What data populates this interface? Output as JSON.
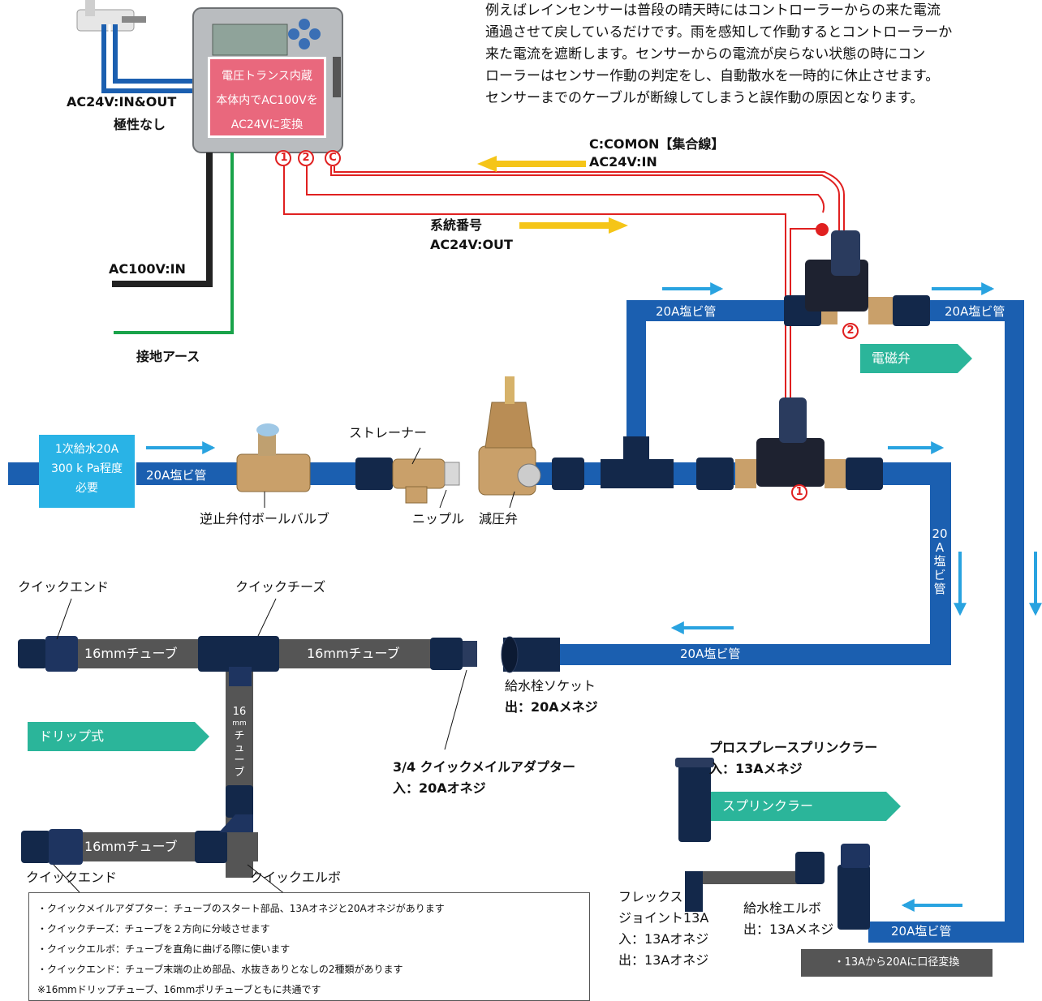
{
  "paragraph_lines": [
    "例えばレインセンサーは普段の晴天時にはコントローラーからの来た電流",
    "通過させて戻しているだけです。雨を感知して作動するとコントローラーか",
    "来た電流を遮断します。センサーからの電流が戻らない状態の時にコン",
    "ローラーはセンサー作動の判定をし、自動散水を一時的に休止させます。",
    "センサーまでのケーブルが断線してしまうと誤作動の原因となります。"
  ],
  "controller": {
    "box_lines": [
      "電圧トランス内蔵",
      "本体内でAC100Vを",
      "AC24Vに変換"
    ],
    "terminals": [
      "1",
      "2",
      "C"
    ]
  },
  "labels": {
    "ac24_line1": "AC24V:IN&OUT",
    "ac24_line2": "極性なし",
    "ac100": "AC100V:IN",
    "ground": "接地アース",
    "comon_line1": "C:COMON【集合線】",
    "comon_line2": "AC24V:IN",
    "system_line1": "系統番号",
    "system_line2": "AC24V:OUT",
    "strainer": "ストレーナー",
    "ball_valve": "逆止弁付ボールバルブ",
    "nipple": "ニップル",
    "pressure_valve": "減圧弁",
    "quick_end_top": "クイックエンド",
    "quick_tees": "クイックチーズ",
    "quick_end_bottom": "クイックエンド",
    "quick_elbow": "クイックエルボ",
    "hydrant_socket_1": "給水栓ソケット",
    "hydrant_socket_2": "出：20Aメネジ",
    "male_adapter_1": "3/4 クイックメイルアダプター",
    "male_adapter_2": "入：20Aオネジ",
    "prosplay_1": "プロスプレースプリンクラー",
    "prosplay_2": "入：13Aメネジ",
    "flex_1": "フレックス",
    "flex_2": "ジョイント13A",
    "flex_3": "入：13Aオネジ",
    "flex_4": "出：13Aオネジ",
    "hydrant_elbow_1": "給水栓エルボ",
    "hydrant_elbow_2": "出：13Aメネジ",
    "valve_num_1": "1",
    "valve_num_2": "2"
  },
  "supply_box": [
    "1次給水20A",
    "300 k Pa程度",
    "必要"
  ],
  "pipe_labels": {
    "inlet": "20A塩ビ管",
    "riser": "20A塩ビ管",
    "right_top": "20A塩ビ管",
    "return": "20A塩ビ管",
    "bottom_right": "20A塩ビ管",
    "vertical": [
      "20",
      "A",
      "塩",
      "ビ",
      "管"
    ]
  },
  "tube_labels": {
    "top_left": "16mmチューブ",
    "top_right": "16mmチューブ",
    "bottom": "16mmチューブ",
    "vertical": [
      "16",
      "mm",
      "チ",
      "ュ",
      "ー",
      "ブ"
    ]
  },
  "tags": {
    "solenoid": "電磁弁",
    "drip": "ドリップ式",
    "sprinkler": "スプリンクラー"
  },
  "gray_note": "・13Aから20Aに口径変換",
  "notes": [
    "・クイックメイルアダプター：チューブのスタート部品、13Aオネジと20Aオネジがあります",
    "・クイックチーズ：チューブを２方向に分岐させます",
    "・クイックエルボ：チューブを直角に曲げる際に使います",
    "・クイックエンド：チューブ末端の止め部品、水抜きありとなしの2種類があります",
    "※16mmドリップチューブ、16mmポリチューブともに共通です"
  ],
  "colors": {
    "pipe_blue": "#1b5fb0",
    "arrow_blue": "#29a3e0",
    "arrow_yellow": "#f5c518",
    "wire_red": "#e02020",
    "tag_green": "#2bb59a",
    "controller_pink": "#e9687d",
    "cable_black": "#222222",
    "ground_green": "#1aa34a"
  }
}
